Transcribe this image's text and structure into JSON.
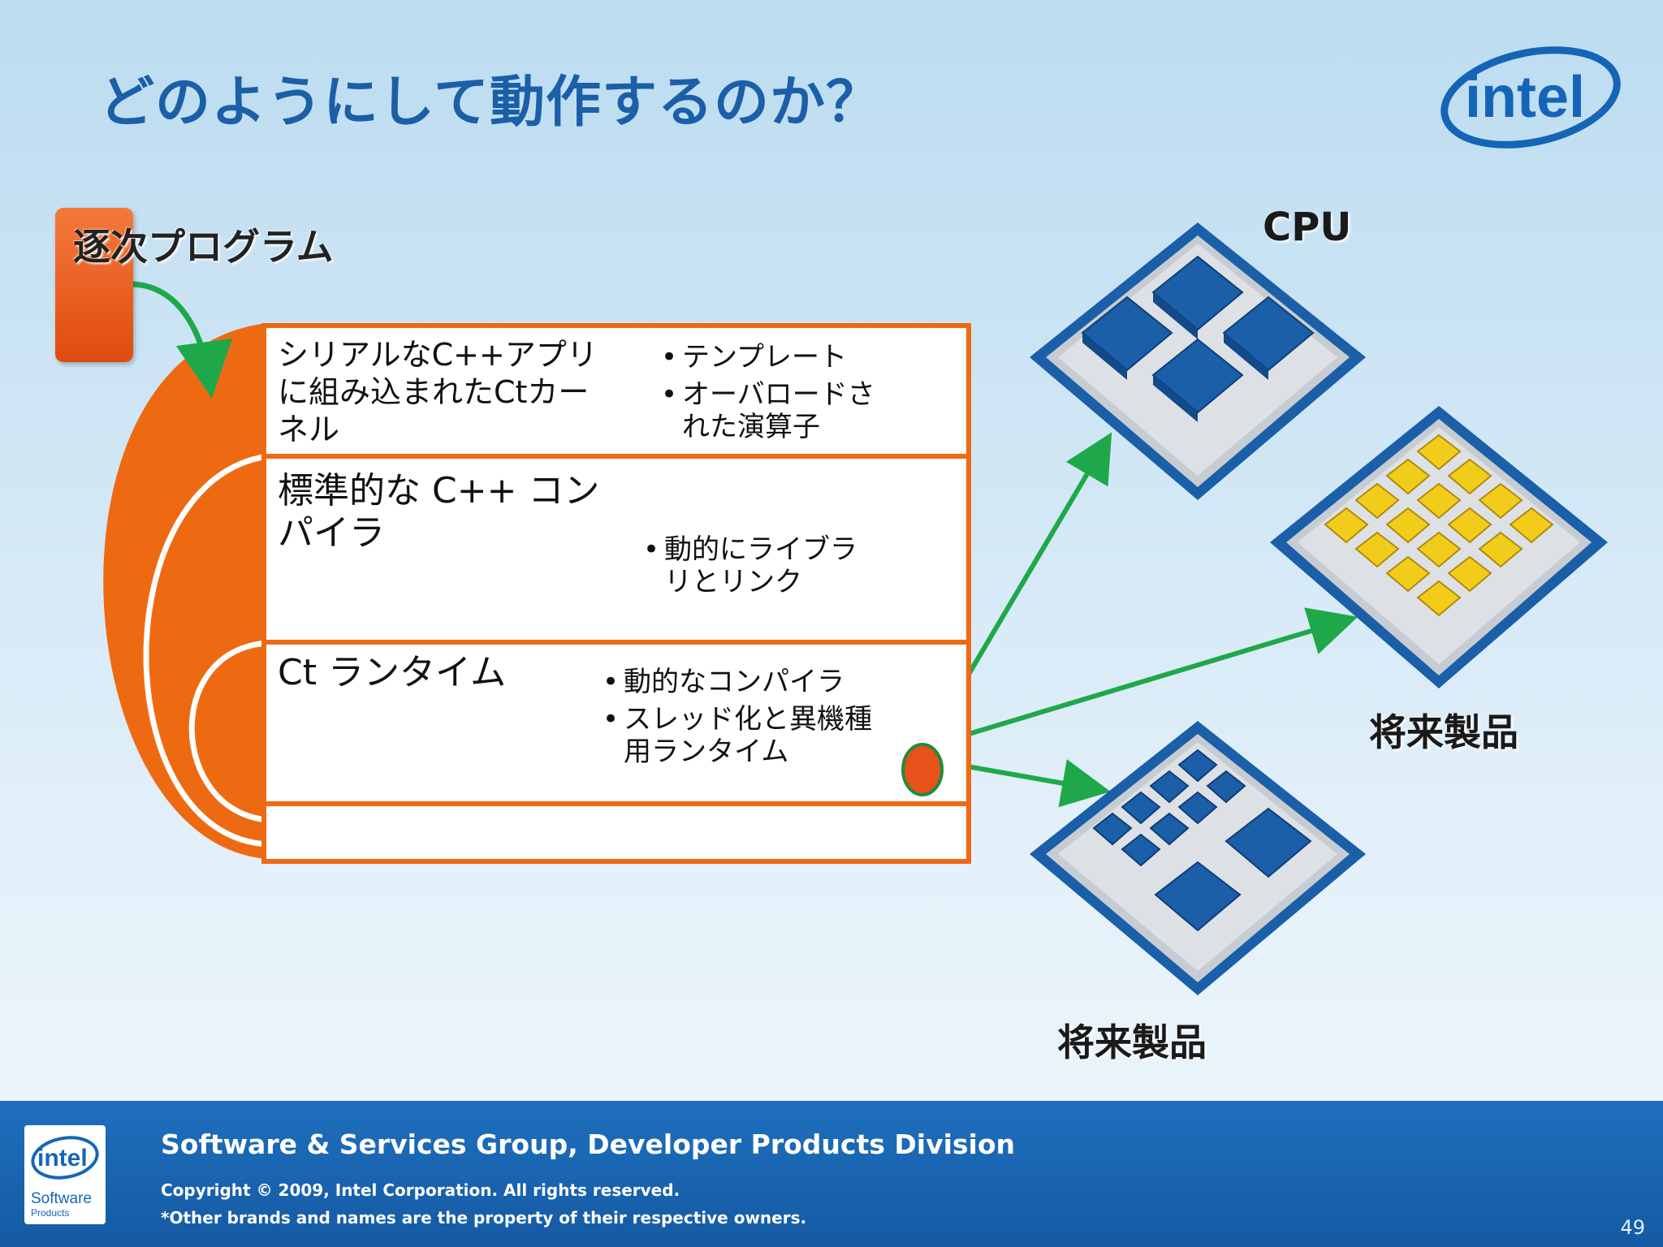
{
  "slide": {
    "title": "どのようにして動作するのか？",
    "sequential_label": "逐次プログラム",
    "cpu_label": "CPU",
    "future_label_1": "将来製品",
    "future_label_2": "将来製品",
    "page_number": "49"
  },
  "stack": [
    {
      "title": "シリアルなC++アプリに組み込まれたCtカーネル",
      "bullets": [
        "テンプレート",
        "オーバロードされた演算子"
      ]
    },
    {
      "title": "標準的な C++ コンパイラ",
      "bullets": [
        "動的にライブラリとリンク"
      ]
    },
    {
      "title": "Ct ランタイム",
      "bullets": [
        "動的なコンパイラ",
        "スレッド化と異機種用ランタイム"
      ]
    }
  ],
  "footer": {
    "group": "Software & Services Group, Developer Products Division",
    "copyright": "Copyright © 2009, Intel Corporation. All rights reserved.",
    "owners": "*Other brands and names are the property of their respective owners.",
    "logo_text": "intel",
    "logo_sub": "Software",
    "logo_sub2": "Products"
  },
  "logo": {
    "text": "intel"
  },
  "colors": {
    "title_blue": "#1b5fa8",
    "orange": "#ee6a12",
    "arrow_green": "#1fa84a",
    "chip_blue": "#1a5fa8",
    "chip_yellow": "#f2cc1a",
    "footer_blue": "#1a64b0"
  }
}
